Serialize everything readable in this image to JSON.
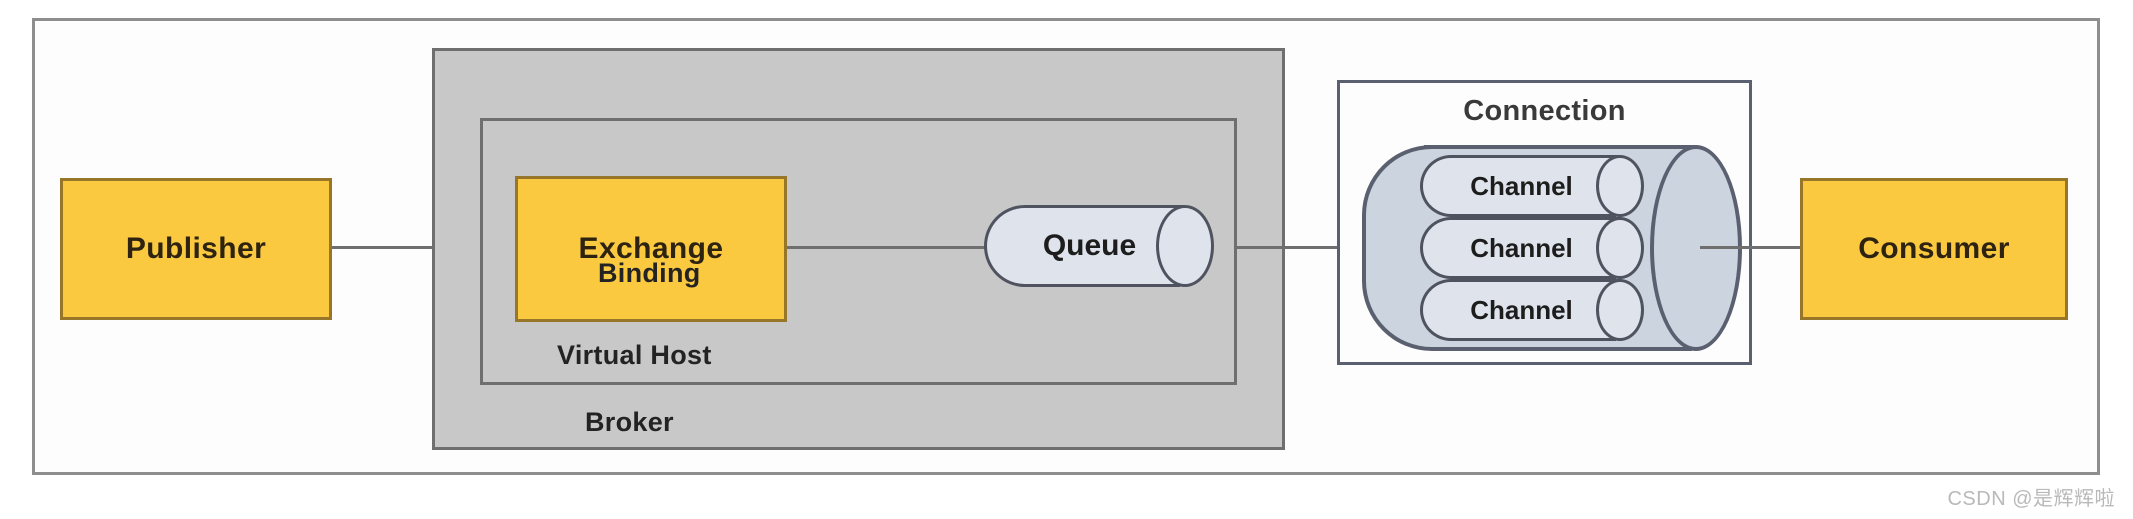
{
  "diagram": {
    "title": "RabbitMQ message flow architecture",
    "outer_frame": {
      "name": "diagram-frame"
    },
    "nodes": {
      "publisher": {
        "label": "Publisher",
        "fill": "#fbc940",
        "border": "#97762a"
      },
      "exchange": {
        "label": "Exchange",
        "fill": "#fbc940",
        "border": "#97762a"
      },
      "consumer": {
        "label": "Consumer",
        "fill": "#fbc940",
        "border": "#97762a"
      },
      "queue": {
        "label": "Queue",
        "fill": "#dfe3ec",
        "border": "#4f5360",
        "shape": "cylinder"
      }
    },
    "containers": {
      "broker": {
        "label": "Broker",
        "fill": "#c8c8c8",
        "border": "#6f6f6f"
      },
      "virtual_host": {
        "label": "Virtual Host",
        "fill": "#c8c8c8",
        "border": "#6f6f6f"
      },
      "connection": {
        "label": "Connection",
        "fill": "#fdfdfd",
        "border": "#5b6070"
      }
    },
    "connection_cylinder": {
      "fill": "#ccd5df",
      "border": "#5b6070",
      "channels": [
        {
          "label": "Channel"
        },
        {
          "label": "Channel"
        },
        {
          "label": "Channel"
        }
      ]
    },
    "edges": {
      "binding_label": "Binding",
      "publisher_to_exchange": "",
      "exchange_to_queue": "",
      "virtualhost_to_connection": "",
      "connection_to_consumer": ""
    },
    "watermark": "CSDN @是辉辉啦"
  }
}
